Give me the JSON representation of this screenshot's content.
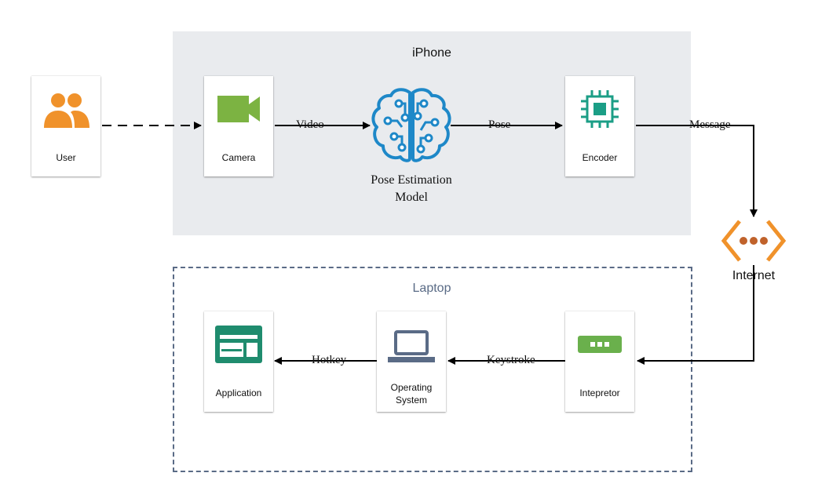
{
  "groups": {
    "iphone": "iPhone",
    "laptop": "Laptop"
  },
  "nodes": {
    "user": "User",
    "camera": "Camera",
    "pose_model": "Pose Estimation Model",
    "pose_model_line1": "Pose Estimation",
    "pose_model_line2": "Model",
    "encoder": "Encoder",
    "internet": "Internet",
    "interpreter": "Intepretor",
    "os_line1": "Operating",
    "os_line2": "System",
    "application": "Application"
  },
  "edges": {
    "video": "Video",
    "pose": "Pose",
    "message": "Message",
    "keystroke": "Keystroke",
    "hotkey": "Hotkey"
  },
  "colors": {
    "iphone_bg": "#e9ebee",
    "laptop_border": "#5a6b86",
    "user_icon": "#f0922b",
    "camera_icon": "#7cb342",
    "brain_icon": "#1e88c8",
    "chip_icon": "#1b9e86",
    "internet_icon": "#f0922b",
    "internet_dots": "#c0622b",
    "interpreter_icon": "#6ab04c",
    "os_icon": "#5a6b86",
    "app_icon": "#1f8c6e"
  },
  "icons": {
    "user": "users-icon",
    "camera": "video-camera-icon",
    "pose_model": "brain-circuit-icon",
    "encoder": "chip-icon",
    "internet": "internet-gateway-icon",
    "interpreter": "terminal-dots-icon",
    "os": "laptop-icon",
    "application": "application-window-icon"
  }
}
